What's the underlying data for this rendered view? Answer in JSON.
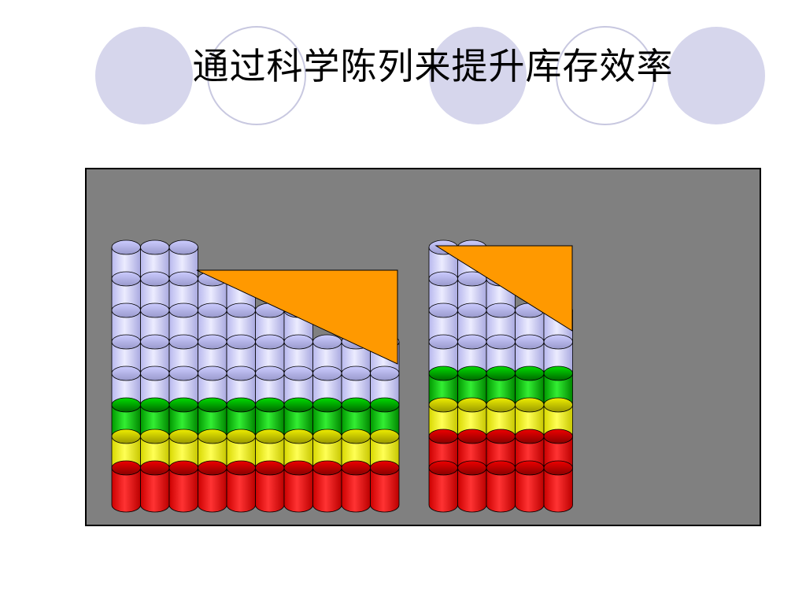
{
  "slide": {
    "title": "通过科学陈列来提升库存效率"
  },
  "colors": {
    "background": "#ffffff",
    "panel": "#808080",
    "deco_circle": "#d6d6ec",
    "deco_ring": "#c8c8e0",
    "triangle": "#ff9900",
    "lavender": "#ccccff",
    "green": "#00cc00",
    "yellow": "#ffff00",
    "red": "#ff0000"
  },
  "stacks": [
    {
      "name": "left-stack",
      "columns": 10,
      "layers_bottom_to_top": [
        "red",
        "yellow",
        "green",
        "lavender",
        "lavender",
        "lavender",
        "lavender",
        "lavender"
      ],
      "column_heights": [
        8,
        8,
        8,
        7,
        7,
        6,
        6,
        5,
        5,
        5
      ]
    },
    {
      "name": "right-stack",
      "columns": 5,
      "layers_bottom_to_top": [
        "red",
        "red",
        "yellow",
        "green",
        "lavender",
        "lavender",
        "lavender",
        "lavender"
      ],
      "column_heights": [
        8,
        8,
        7,
        6,
        6
      ]
    }
  ]
}
